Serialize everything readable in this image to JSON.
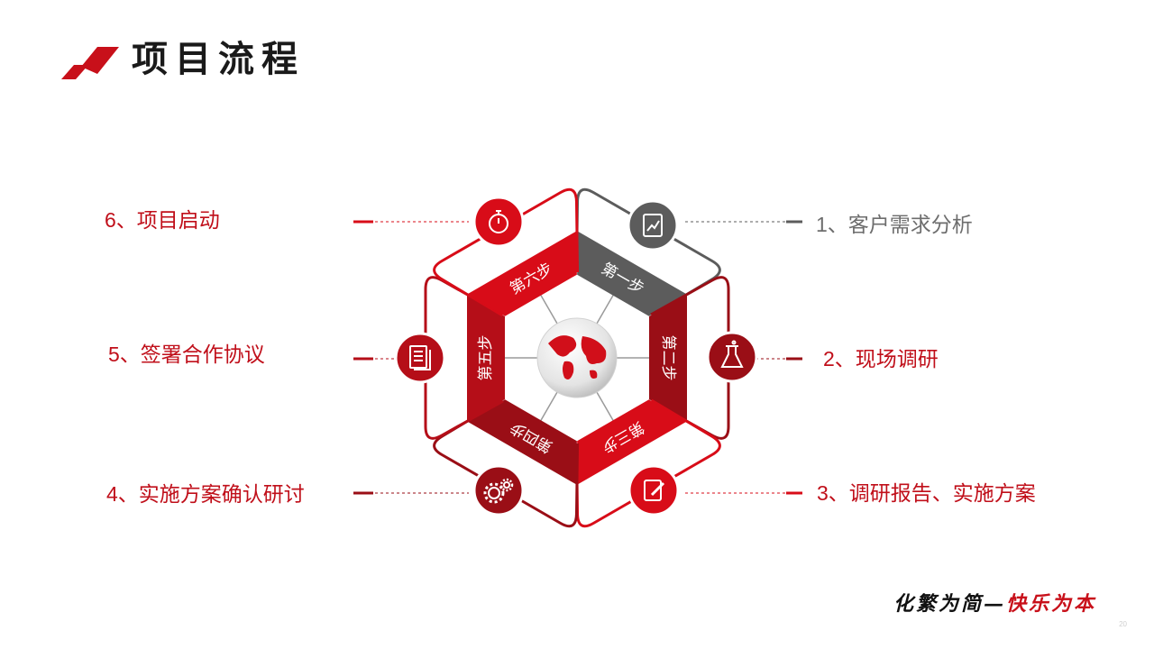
{
  "page": {
    "title": "项目流程",
    "page_number": "20"
  },
  "colors": {
    "red": "#d80c18",
    "dark_red": "#9a0e16",
    "mid_red": "#b50e18",
    "grey": "#5c5c5c",
    "label_grey": "#6d6d6d"
  },
  "steps": [
    {
      "tag": "第一步",
      "label": "1、客户需求分析",
      "icon": "chart-document-icon",
      "color": "grey"
    },
    {
      "tag": "第二步",
      "label": "2、现场调研",
      "icon": "flask-icon",
      "color": "dark_red"
    },
    {
      "tag": "第三步",
      "label": "3、调研报告、实施方案",
      "icon": "edit-document-icon",
      "color": "red"
    },
    {
      "tag": "第四步",
      "label": "4、实施方案确认研讨",
      "icon": "gears-icon",
      "color": "dark_red"
    },
    {
      "tag": "第五步",
      "label": "5、签署合作协议",
      "icon": "documents-icon",
      "color": "mid_red"
    },
    {
      "tag": "第六步",
      "label": "6、项目启动",
      "icon": "stopwatch-icon",
      "color": "red"
    }
  ],
  "center": {
    "icon": "globe-icon"
  },
  "footer": {
    "part1": "化繁为简—",
    "part2": "快乐为本"
  }
}
